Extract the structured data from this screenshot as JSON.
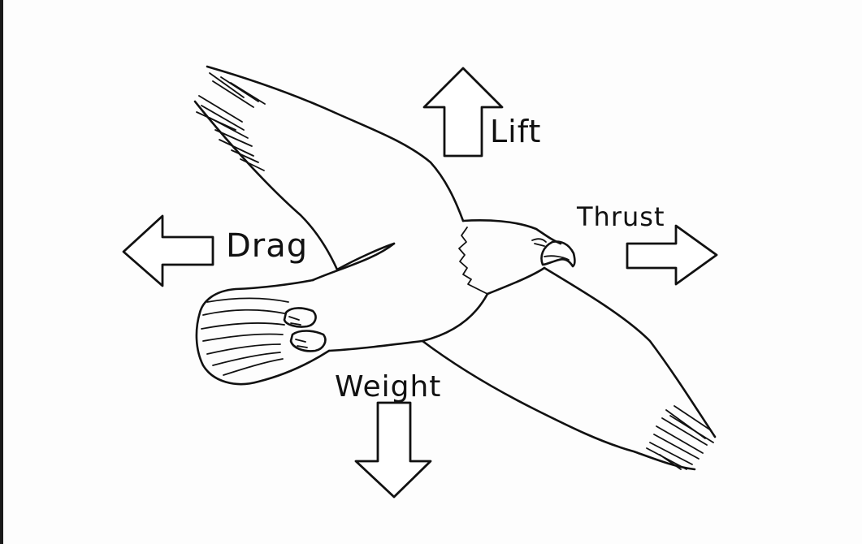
{
  "labels": {
    "lift": "Lift",
    "thrust": "Thrust",
    "drag": "Drag",
    "weight": "Weight"
  },
  "colors": {
    "ink": "#111111",
    "paper": "#fdfdfd"
  },
  "icons": {
    "subject": "bald-eagle-icon",
    "lift": "arrow-up-icon",
    "thrust": "arrow-right-icon",
    "drag": "arrow-left-icon",
    "weight": "arrow-down-icon"
  }
}
